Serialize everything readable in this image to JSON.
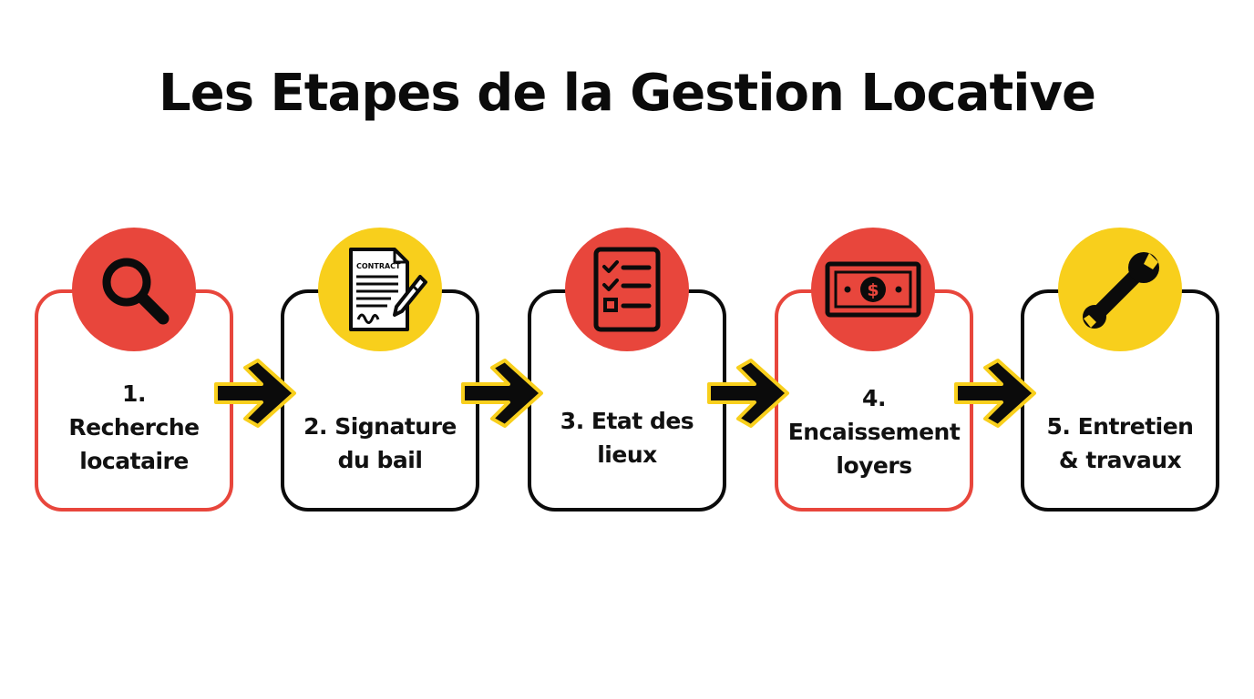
{
  "title": "Les Etapes de la Gestion Locative",
  "colors": {
    "red": "#e8463c",
    "yellow": "#f8cf1c",
    "black": "#0b0b0b"
  },
  "steps": [
    {
      "label": "1.\nRecherche\nlocataire",
      "icon": "magnifying-glass-icon",
      "circle_color": "red",
      "border": "red"
    },
    {
      "label": "2. Signature\ndu bail",
      "icon": "contract-icon",
      "icon_text": "CONTRACT",
      "circle_color": "yellow",
      "border": "black"
    },
    {
      "label": "3. Etat des\nlieux",
      "icon": "checklist-icon",
      "circle_color": "red",
      "border": "black"
    },
    {
      "label": "4.\nEncaissement\nloyers",
      "icon": "money-bill-icon",
      "circle_color": "red",
      "border": "red"
    },
    {
      "label": "5. Entretien\n& travaux",
      "icon": "wrench-icon",
      "circle_color": "yellow",
      "border": "black"
    }
  ]
}
